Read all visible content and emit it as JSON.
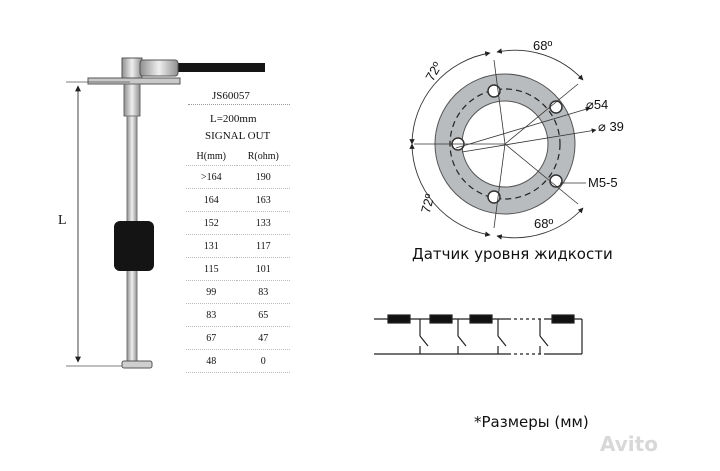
{
  "sensor": {
    "length_label": "L",
    "model": "JS60057",
    "length_spec": "L=200mm",
    "signal_title": "SIGNAL OUT",
    "table_headers": [
      "H(mm)",
      "R(ohm)"
    ],
    "rows": [
      [
        ">164",
        "190"
      ],
      [
        "164",
        "163"
      ],
      [
        "152",
        "133"
      ],
      [
        "131",
        "117"
      ],
      [
        "115",
        "101"
      ],
      [
        "99",
        "83"
      ],
      [
        "83",
        "65"
      ],
      [
        "67",
        "47"
      ],
      [
        "48",
        "0"
      ]
    ]
  },
  "flange": {
    "angle_top": "68º",
    "angle_left_top": "72º",
    "angle_left_bottom": "72º",
    "angle_bottom": "68º",
    "dia_outer": "⌀54",
    "dia_inner": "⌀ 39",
    "thread": "M5-5"
  },
  "caption": "Датчик уровня жидкости",
  "note": "*Размеры (мм)",
  "watermark": "Avito",
  "colors": {
    "flange_fill": "#b9bcbe",
    "float": "#141414",
    "rod": "#d6d6d6",
    "lines": "#222222"
  }
}
